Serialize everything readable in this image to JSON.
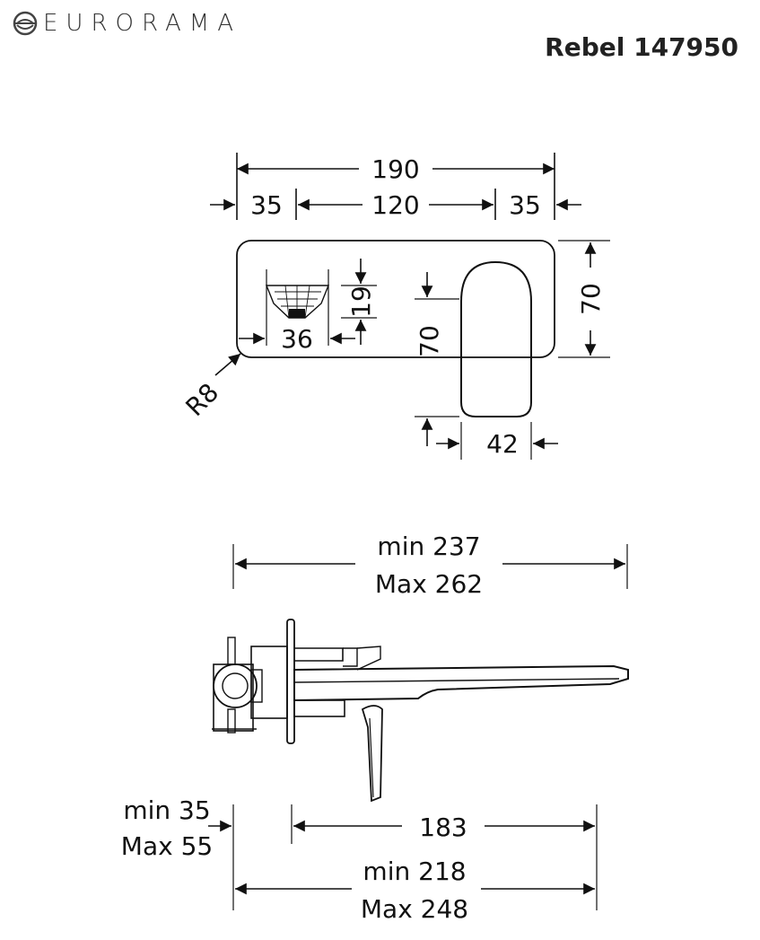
{
  "brand": {
    "logo_text": "EURORAMA"
  },
  "model": {
    "title": "Rebel 147950"
  },
  "front_view": {
    "dims": {
      "overall_width": "190",
      "left_margin": "35",
      "center_span": "120",
      "right_margin": "35",
      "plate_height": "70",
      "handle_width": "36",
      "handle_height": "19",
      "spout_height": "70",
      "spout_width": "42",
      "corner_radius": "R8"
    }
  },
  "side_view": {
    "dims": {
      "total_min": "min 237",
      "total_max": "Max 262",
      "wall_min": "min 35",
      "wall_max": "Max 55",
      "spout_reach": "183",
      "reach_min": "min 218",
      "reach_max": "Max 248"
    }
  }
}
